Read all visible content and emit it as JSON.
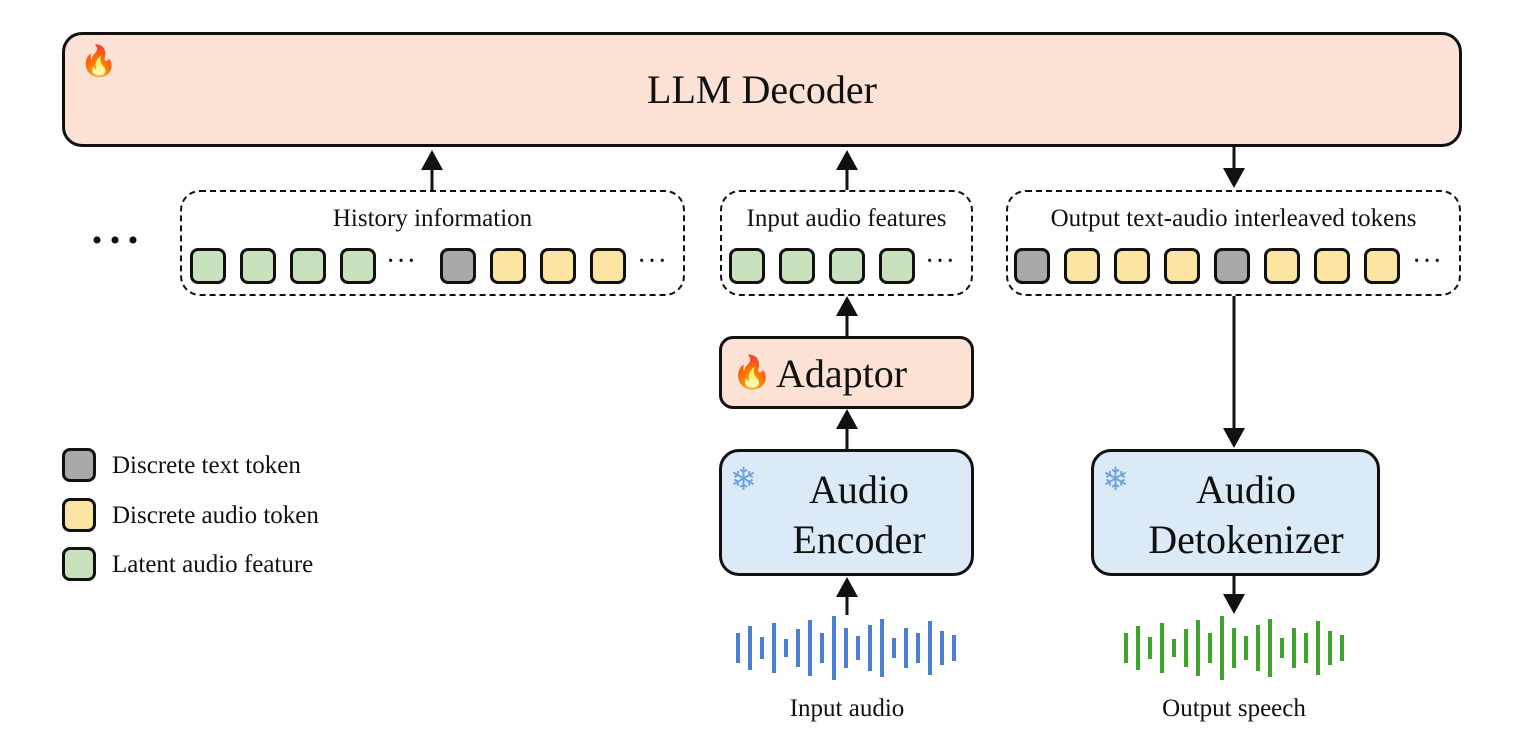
{
  "llm_decoder": {
    "label": "LLM Decoder"
  },
  "groups": {
    "history": {
      "label": "History information"
    },
    "input_features": {
      "label": "Input audio features"
    },
    "output_tokens": {
      "label": "Output text-audio interleaved tokens"
    }
  },
  "ellipsis": "• • •",
  "adaptor": {
    "label": "Adaptor"
  },
  "audio_encoder": {
    "line1": "Audio",
    "line2": "Encoder"
  },
  "audio_detokenizer": {
    "line1": "Audio",
    "line2": "Detokenizer"
  },
  "input_audio": {
    "label": "Input audio"
  },
  "output_speech": {
    "label": "Output speech"
  },
  "legend": [
    {
      "label": "Discrete text token",
      "color": "#a9a9a9"
    },
    {
      "label": "Discrete audio token",
      "color": "#fce4a2"
    },
    {
      "label": "Latent audio feature",
      "color": "#c9e2bd"
    }
  ],
  "icons": {
    "trainable": "fire-icon",
    "frozen": "snowflake-icon"
  },
  "colors": {
    "input_wave": "#4a7fd4",
    "output_wave": "#3da52b"
  }
}
